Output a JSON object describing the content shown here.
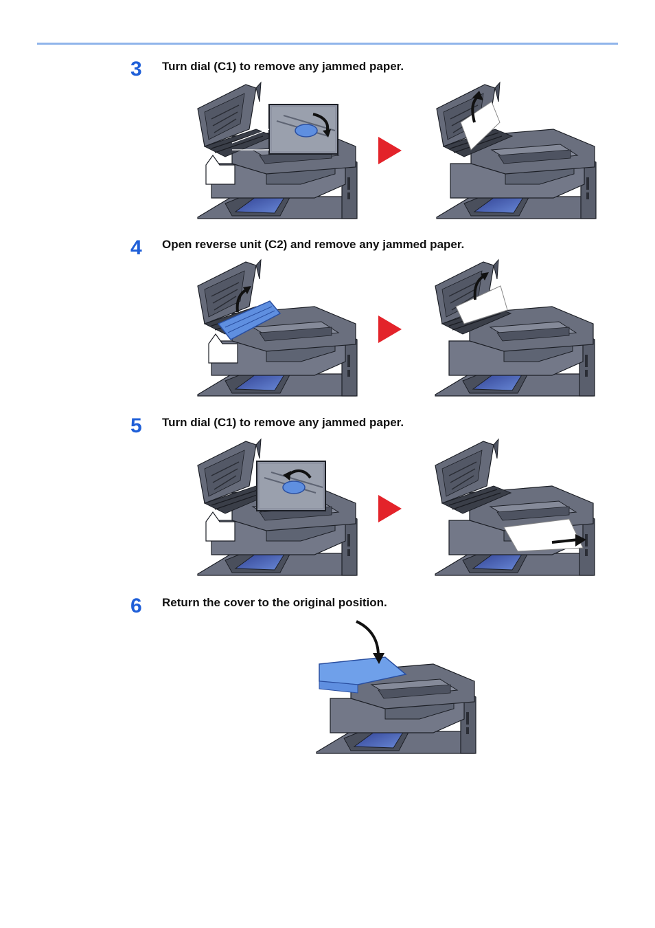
{
  "steps": [
    {
      "number": "3",
      "text": "Turn dial (C1) to remove any jammed paper."
    },
    {
      "number": "4",
      "text": "Open reverse unit (C2) and remove any jammed paper."
    },
    {
      "number": "5",
      "text": "Turn dial (C1) to remove any jammed paper."
    },
    {
      "number": "6",
      "text": "Return the cover to the original position."
    }
  ],
  "colors": {
    "accent": "#1f5fd8",
    "rule": "#8fb4ea",
    "next_arrow": "#e3232a",
    "highlight": "#5f8fe0",
    "machine": "#5e6473"
  }
}
